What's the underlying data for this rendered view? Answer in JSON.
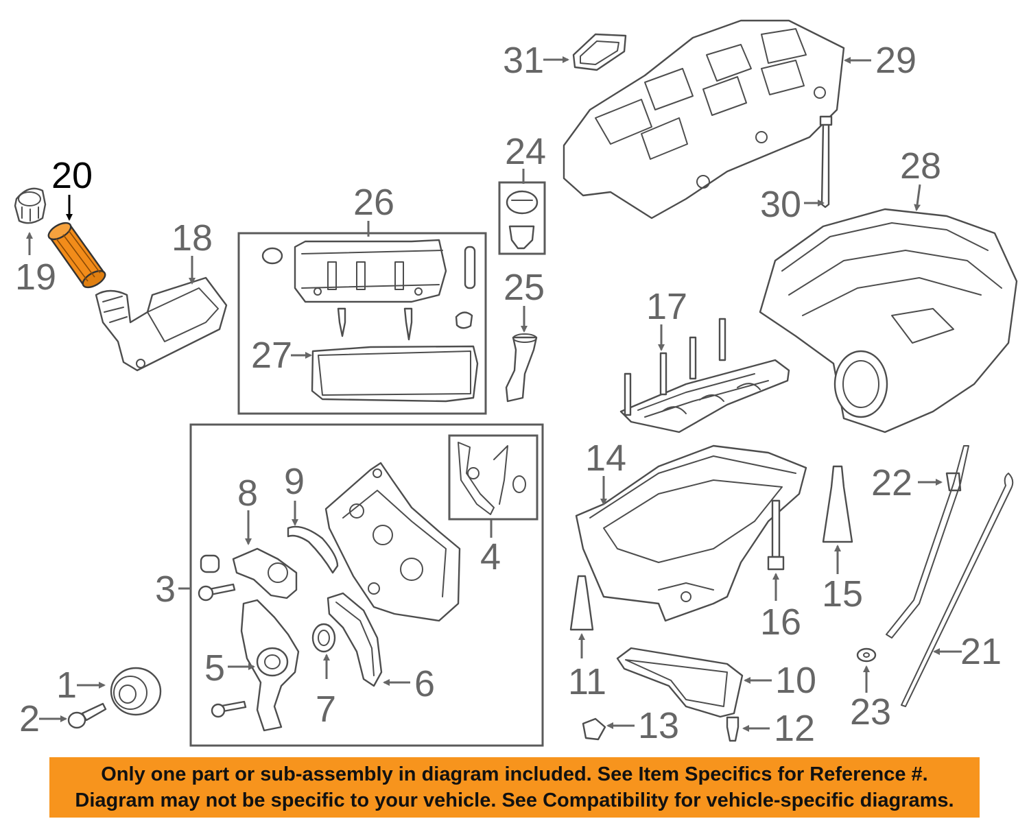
{
  "callouts": {
    "c1": "1",
    "c2": "2",
    "c3": "3",
    "c4": "4",
    "c5": "5",
    "c6": "6",
    "c7": "7",
    "c8": "8",
    "c9": "9",
    "c10": "10",
    "c11": "11",
    "c12": "12",
    "c13": "13",
    "c14": "14",
    "c15": "15",
    "c16": "16",
    "c17": "17",
    "c18": "18",
    "c19": "19",
    "c20": "20",
    "c21": "21",
    "c22": "22",
    "c23": "23",
    "c24": "24",
    "c25": "25",
    "c26": "26",
    "c27": "27",
    "c28": "28",
    "c29": "29",
    "c30": "30",
    "c31": "31"
  },
  "highlighted_part": "20",
  "colors": {
    "highlight_fill": "#f28c1a",
    "banner_bg": "#f7941d",
    "line": "#4d4d4d",
    "callout_text": "#666666"
  },
  "banner": {
    "line1": "Only one part or sub-assembly in diagram included. See Item Specifics for Reference #.",
    "line2": "Diagram may not be specific to your vehicle. See Compatibility for vehicle-specific diagrams."
  }
}
